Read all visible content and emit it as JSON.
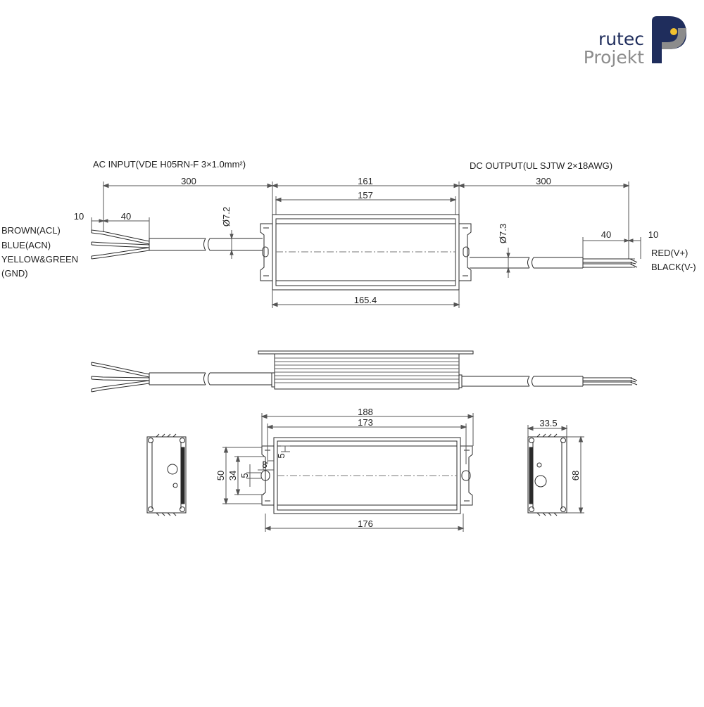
{
  "logo": {
    "line1": "rutec",
    "line2": "Projekt",
    "color_navy": "#1f2d5c",
    "color_gray": "#8c8c8c",
    "color_yellow": "#f2c12e"
  },
  "labels": {
    "ac_input": "AC INPUT(VDE H05RN-F 3×1.0mm²)",
    "dc_output": "DC OUTPUT(UL SJTW 2×18AWG)",
    "brown": "BROWN(ACL)",
    "blue": "BLUE(ACN)",
    "yellow_green": "YELLOW&GREEN",
    "gnd": "(GND)",
    "red": "RED(V+)",
    "black": "BLACK(V-)"
  },
  "dims": {
    "input_cable": "300",
    "output_cable": "300",
    "d161": "161",
    "d157": "157",
    "d165": "165.4",
    "in_strip": "10",
    "in_sheath": "40",
    "out_sheath": "40",
    "out_strip": "10",
    "dia_in": "Ø7.2",
    "dia_out": "Ø7.3",
    "d188": "188",
    "d173": "173",
    "d176": "176",
    "d50": "50",
    "d34": "34",
    "d5a": "5",
    "d8": "8",
    "d5b": "5",
    "d33": "33.5",
    "d68": "68"
  },
  "colors": {
    "line": "#2a2a2a",
    "dim": "#555555"
  }
}
